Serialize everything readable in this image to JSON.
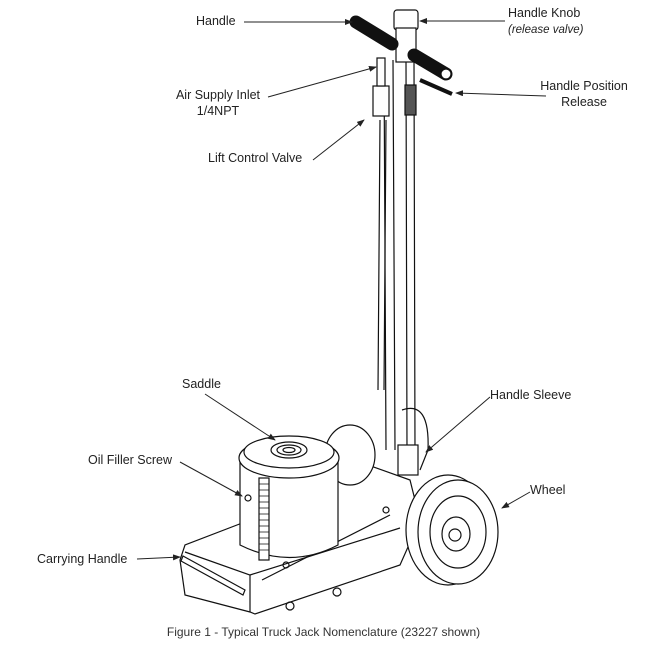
{
  "labels": {
    "handle": "Handle",
    "handle_knob": "Handle Knob",
    "handle_knob_note": "(release valve)",
    "air_supply_inlet": "Air Supply Inlet",
    "air_supply_inlet_size": "1/4NPT",
    "lift_control_valve": "Lift Control Valve",
    "handle_position_release_1": "Handle Position",
    "handle_position_release_2": "Release",
    "saddle": "Saddle",
    "handle_sleeve": "Handle Sleeve",
    "oil_filler_screw": "Oil Filler Screw",
    "wheel": "Wheel",
    "carrying_handle": "Carrying Handle"
  },
  "caption": "Figure 1 - Typical Truck Jack Nomenclature (23227 shown)"
}
